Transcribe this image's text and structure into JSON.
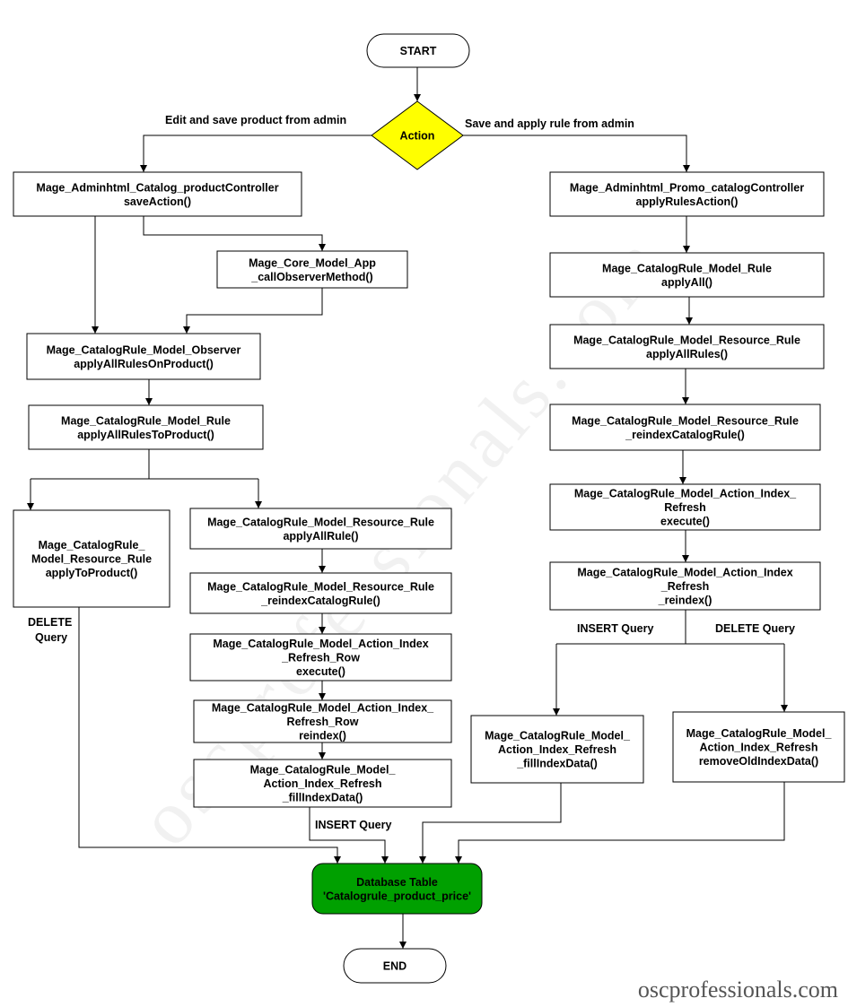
{
  "watermark": "oscprofessionals.com",
  "site": "oscprofessionals.com",
  "colors": {
    "decision": "#ffff00",
    "database": "#00a000",
    "line": "#000000"
  },
  "start": {
    "label": "START"
  },
  "end": {
    "label": "END"
  },
  "decision": {
    "label": "Action"
  },
  "branches": {
    "left": "Edit and save product from admin",
    "right": "Save and apply rule from admin"
  },
  "left": {
    "product_controller": [
      "Mage_Adminhtml_Catalog_productController",
      "saveAction()"
    ],
    "core_app": [
      "Mage_Core_Model_App",
      "_callObserverMethod()"
    ],
    "observer": [
      "Mage_CatalogRule_Model_Observer",
      "applyAllRulesOnProduct()"
    ],
    "rule": [
      "Mage_CatalogRule_Model_Rule",
      "applyAllRulesToProduct()"
    ],
    "resource_apply_to_product": [
      "Mage_CatalogRule_",
      "Model_Resource_Rule",
      "applyToProduct()"
    ],
    "resource_apply_all_rule": [
      "Mage_CatalogRule_Model_Resource_Rule",
      "applyAllRule()"
    ],
    "resource_reindex": [
      "Mage_CatalogRule_Model_Resource_Rule",
      "_reindexCatalogRule()"
    ],
    "refresh_row_execute": [
      "Mage_CatalogRule_Model_Action_Index",
      "_Refresh_Row",
      "execute()"
    ],
    "refresh_row_reindex": [
      "Mage_CatalogRule_Model_Action_Index_",
      "Refresh_Row",
      "reindex()"
    ],
    "fill_index_data": [
      "Mage_CatalogRule_Model_",
      "Action_Index_Refresh",
      "_fillIndexData()"
    ],
    "delete_query": [
      "DELETE",
      "Query"
    ],
    "insert_query": "INSERT Query"
  },
  "right": {
    "promo_controller": [
      "Mage_Adminhtml_Promo_catalogController",
      "applyRulesAction()"
    ],
    "rule_apply_all": [
      "Mage_CatalogRule_Model_Rule",
      "applyAll()"
    ],
    "resource_apply_all_rules": [
      "Mage_CatalogRule_Model_Resource_Rule",
      "applyAllRules()"
    ],
    "resource_reindex": [
      "Mage_CatalogRule_Model_Resource_Rule",
      "_reindexCatalogRule()"
    ],
    "refresh_execute": [
      "Mage_CatalogRule_Model_Action_Index_",
      "Refresh",
      "execute()"
    ],
    "refresh_reindex": [
      "Mage_CatalogRule_Model_Action_Index",
      "_Refresh",
      "_reindex()"
    ],
    "insert_query": "INSERT Query",
    "delete_query": "DELETE Query",
    "fill_index_data": [
      "Mage_CatalogRule_Model_",
      "Action_Index_Refresh",
      "_fillIndexData()"
    ],
    "remove_old_index_data": [
      "Mage_CatalogRule_Model_",
      "Action_Index_Refresh",
      "removeOldIndexData()"
    ]
  },
  "database": [
    "Database Table",
    "'Catalogrule_product_price'"
  ]
}
